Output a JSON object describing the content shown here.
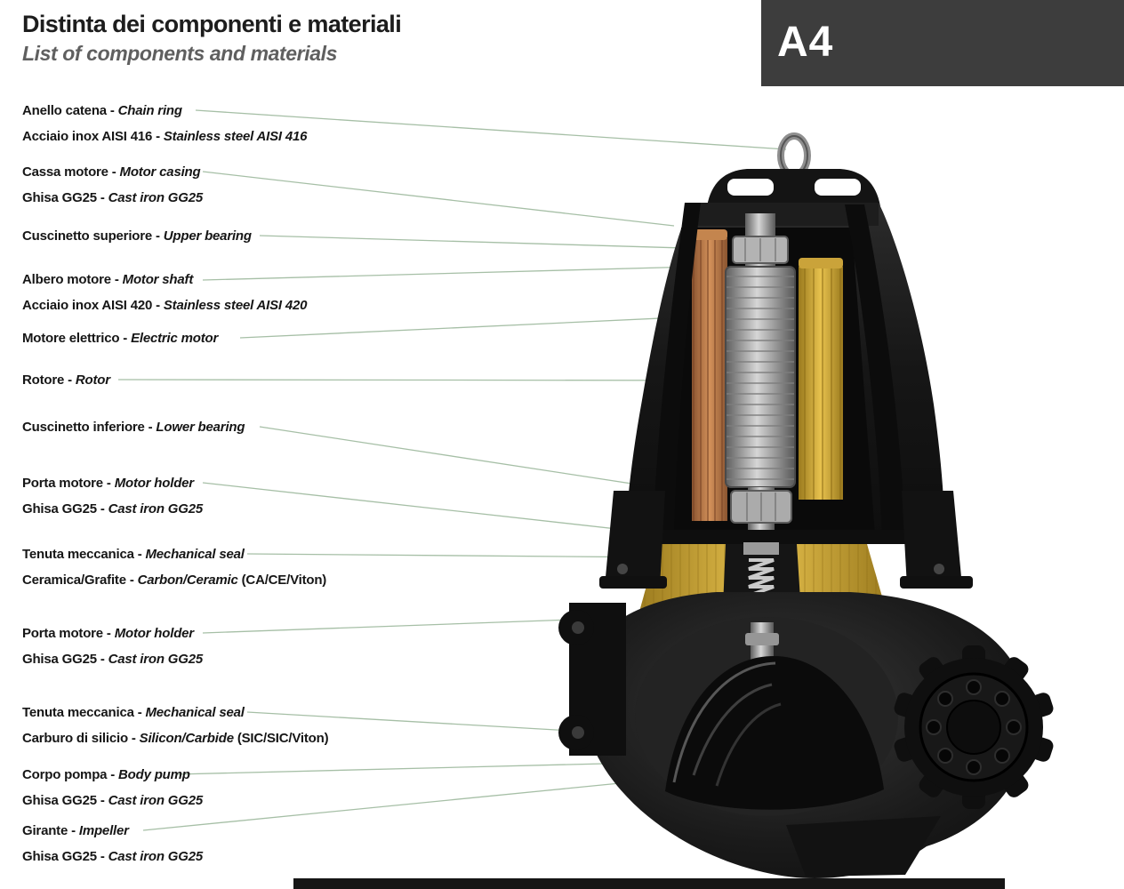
{
  "header": {
    "title_it": "Distinta dei componenti e materiali",
    "title_en": "List of components and materials",
    "page_tag": "A4"
  },
  "ui": {
    "sep": " - "
  },
  "labels": [
    {
      "it": "Anello catena",
      "en": "Chain ring",
      "mat_it": "Acciaio inox AISI 416",
      "mat_en": "Stainless steel AISI 416"
    },
    {
      "it": "Cassa motore",
      "en": "Motor casing",
      "mat_it": "Ghisa GG25",
      "mat_en": "Cast iron GG25"
    },
    {
      "it": "Cuscinetto superiore",
      "en": "Upper bearing"
    },
    {
      "it": "Albero motore",
      "en": "Motor shaft",
      "mat_it": "Acciaio inox AISI 420",
      "mat_en": "Stainless steel AISI 420"
    },
    {
      "it": "Motore elettrico",
      "en": "Electric motor"
    },
    {
      "it": "Rotore",
      "en": "Rotor"
    },
    {
      "it": "Cuscinetto inferiore",
      "en": "Lower bearing"
    },
    {
      "it": "Porta motore",
      "en": "Motor holder",
      "mat_it": "Ghisa GG25",
      "mat_en": "Cast iron GG25"
    },
    {
      "it": "Tenuta meccanica",
      "en": "Mechanical seal",
      "mat_it": "Ceramica/Grafite",
      "mat_en": "Carbon/Ceramic",
      "mat_suffix": " (CA/CE/Viton)"
    },
    {
      "it": "Porta motore",
      "en": "Motor holder",
      "mat_it": "Ghisa GG25",
      "mat_en": "Cast iron GG25"
    },
    {
      "it": "Tenuta meccanica",
      "en": "Mechanical seal",
      "mat_it": "Carburo di silicio",
      "mat_en": "Silicon/Carbide",
      "mat_suffix": " (SIC/SIC/Viton)"
    },
    {
      "it": "Corpo pompa",
      "en": "Body pump",
      "mat_it": "Ghisa GG25",
      "mat_en": "Cast iron GG25"
    },
    {
      "it": "Girante",
      "en": "Impeller",
      "mat_it": "Ghisa GG25",
      "mat_en": "Cast iron GG25"
    }
  ]
}
